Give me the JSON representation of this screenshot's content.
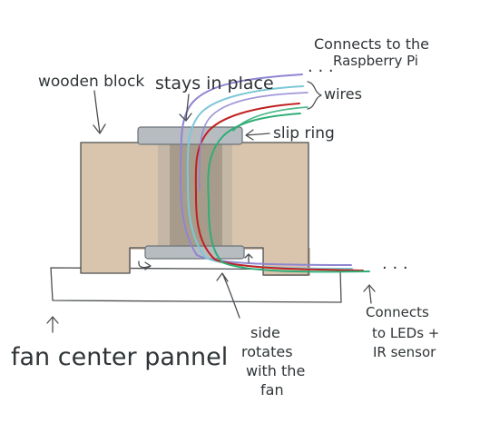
{
  "labels": {
    "wooden_block": "wooden block",
    "stays_in_place": "stays in place",
    "connects_pi_line1": "Connects to the",
    "connects_pi_line2": "Raspberry Pi",
    "wires": "wires",
    "slip_ring": "slip ring",
    "connects_leds_line1": "Connects",
    "connects_leds_line2": "to LEDs +",
    "connects_leds_line3": "IR sensor",
    "side_rotates_line1": "side",
    "side_rotates_line2": "rotates",
    "side_rotates_line3": "with the",
    "side_rotates_line4": "fan",
    "fan_center_panel": "fan center pannel",
    "dots_top": "· · ·",
    "dots_right": "· · ·"
  },
  "colors": {
    "wood_fill": "#d9c4ad",
    "slip_ring": "#b7bcc1",
    "wire_purple": "#8f86d2",
    "wire_cyan": "#7dc8d7",
    "wire_red": "#c11f1f",
    "wire_green": "#2fae77",
    "ink": "#2f3437"
  }
}
